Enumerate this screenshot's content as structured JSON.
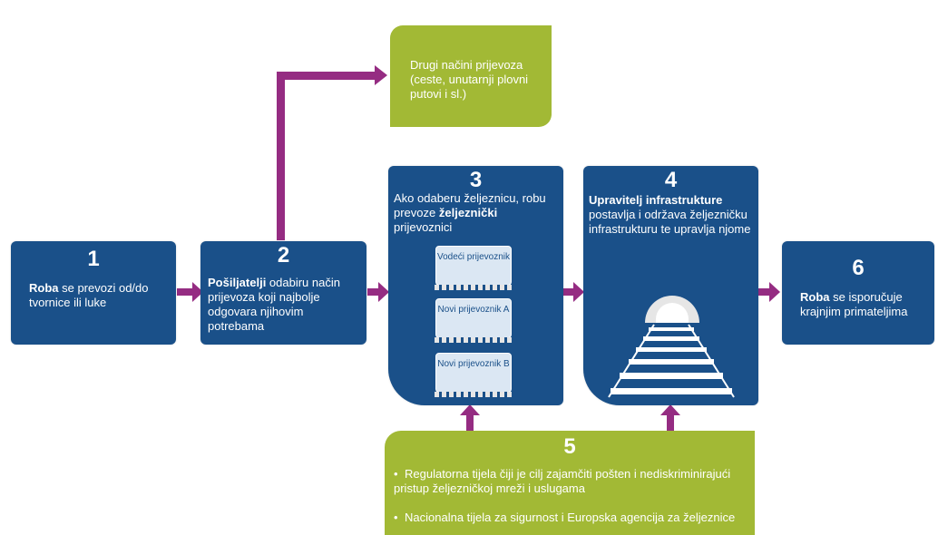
{
  "box1": {
    "number": "1",
    "bold": "Roba",
    "text": " se prevozi od/do tvornice ili luke"
  },
  "box2": {
    "number": "2",
    "bold": "Pošiljatelji",
    "text": " odabiru način prijevoza koji najbolje odgovara njihovim potrebama"
  },
  "box3": {
    "number": "3",
    "text": "Ako odaberu željeznicu, robu prevoze ",
    "bold": "željeznički",
    "text2": " prijevoznici",
    "wagons": [
      "Vodeći prijevoznik",
      "Novi prijevoznik A",
      "Novi prijevoznik B"
    ]
  },
  "box4": {
    "number": "4",
    "bold": "Upravitelj infrastrukture",
    "text": " postavlja i održava željezničku infrastrukturu te upravlja njome"
  },
  "box5": {
    "number": "5",
    "bullets": [
      "Regulatorna tijela čiji je cilj zajamčiti pošten i nediskriminirajući pristup željezničkoj mreži i uslugama",
      "Nacionalna tijela za sigurnost i Europska agencija za željeznice"
    ]
  },
  "box6": {
    "number": "6",
    "bold": "Roba",
    "text": " se isporučuje krajnjim primateljima"
  },
  "other": {
    "text": "Drugi načini prijevoza (ceste, unutarnji plovni putovi i sl.)"
  },
  "colors": {
    "blue": "#1a5089",
    "green": "#a2b935",
    "arrow": "#952c82"
  }
}
